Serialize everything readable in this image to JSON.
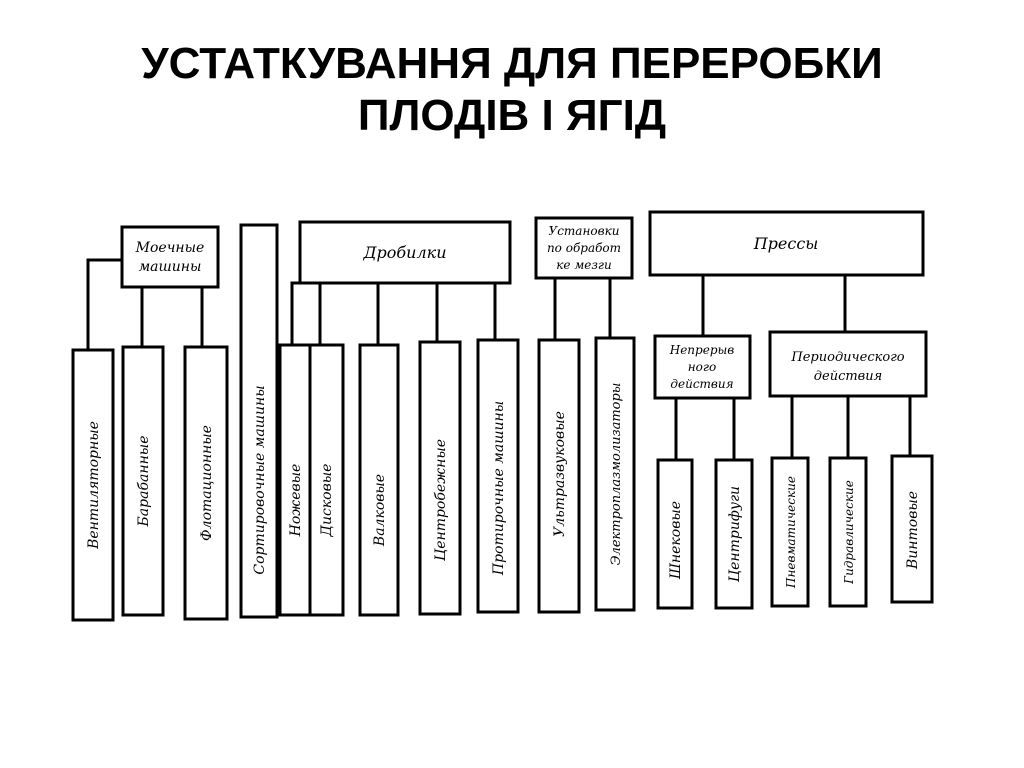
{
  "title": {
    "line1": "УСТАТКУВАННЯ ДЛЯ ПЕРЕРОБКИ",
    "line2": "ПЛОДІВ І ЯГІД"
  },
  "groups": {
    "washing": {
      "line1": "Моечные",
      "line2": "машины"
    },
    "crushers": {
      "label": "Дробилки"
    },
    "pulp": {
      "line1": "Установки",
      "line2": "по обработ",
      "line3": "ке мезги"
    },
    "presses": {
      "label": "Прессы"
    },
    "continuous": {
      "line1": "Непрерыв",
      "line2": "ного",
      "line3": "действия"
    },
    "periodic": {
      "line1": "Периодического",
      "line2": "действия"
    }
  },
  "leaves": {
    "fan": "Вентиляторные",
    "drum": "Барабанные",
    "flotation": "Флотационные",
    "sorting": "Сортировочные машины",
    "knife": "Ножевые",
    "disc": "Дисковые",
    "roller": "Валковые",
    "centrifugal": "Центробежные",
    "wiping": "Протирочные машины",
    "ultrasonic": "Ультразвуковые",
    "electroplasma": "Электроплазмолизаторы",
    "screw_aug": "Шнековые",
    "centrifuges": "Центрифуги",
    "pneumatic": "Пневматические",
    "hydraulic": "Гидравлические",
    "screw": "Винтовые"
  }
}
